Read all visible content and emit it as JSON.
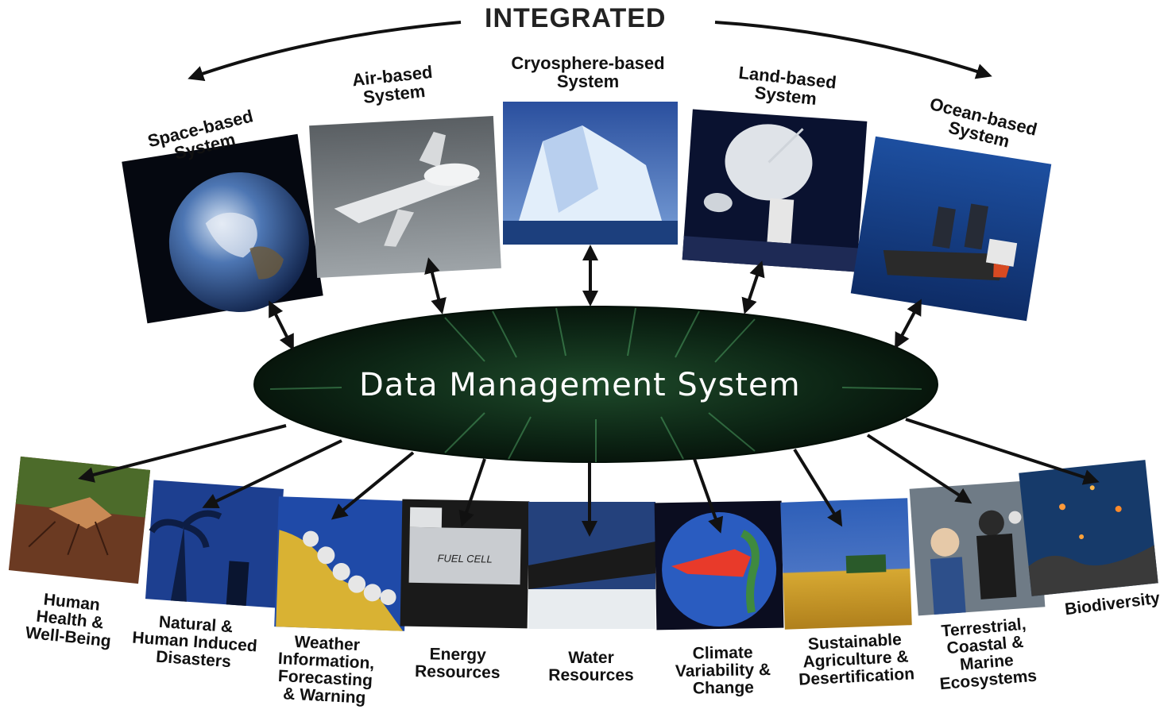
{
  "header": {
    "title": "INTEGRATED"
  },
  "hub": {
    "label": "Data Management System"
  },
  "observing_systems": [
    {
      "id": "space",
      "label": "Space-based System",
      "image": "earth-globe"
    },
    {
      "id": "air",
      "label": "Air-based System",
      "image": "uav-aircraft"
    },
    {
      "id": "cryosphere",
      "label": "Cryosphere-based System",
      "image": "iceberg"
    },
    {
      "id": "land",
      "label": "Land-based System",
      "image": "radar-dish"
    },
    {
      "id": "ocean",
      "label": "Ocean-based System",
      "image": "research-boat"
    }
  ],
  "societal_benefits": [
    {
      "id": "health",
      "label": "Human Health & Well-Being",
      "image": "mosquito"
    },
    {
      "id": "disasters",
      "label": "Natural & Human Induced Disasters",
      "image": "storm-palms"
    },
    {
      "id": "weather",
      "label": "Weather Information, Forecasting & Warning",
      "image": "hurricane-track"
    },
    {
      "id": "energy",
      "label": "Energy Resources",
      "image": "fuel-cell",
      "image_text": "FUEL CELL"
    },
    {
      "id": "water",
      "label": "Water Resources",
      "image": "dam-water"
    },
    {
      "id": "climate",
      "label": "Climate Variability & Change",
      "image": "globe-el-nino"
    },
    {
      "id": "agriculture",
      "label": "Sustainable Agriculture & Desertification",
      "image": "combine-field"
    },
    {
      "id": "ecosystems",
      "label": "Terrestrial, Coastal & Marine Ecosystems",
      "image": "field-researchers"
    },
    {
      "id": "biodiversity",
      "label": "Biodiversity",
      "image": "coral-reef-fish"
    }
  ],
  "colors": {
    "hub": "#0b1f12",
    "arrow": "#111111",
    "text": "#111111",
    "hub_text": "#ffffff"
  }
}
